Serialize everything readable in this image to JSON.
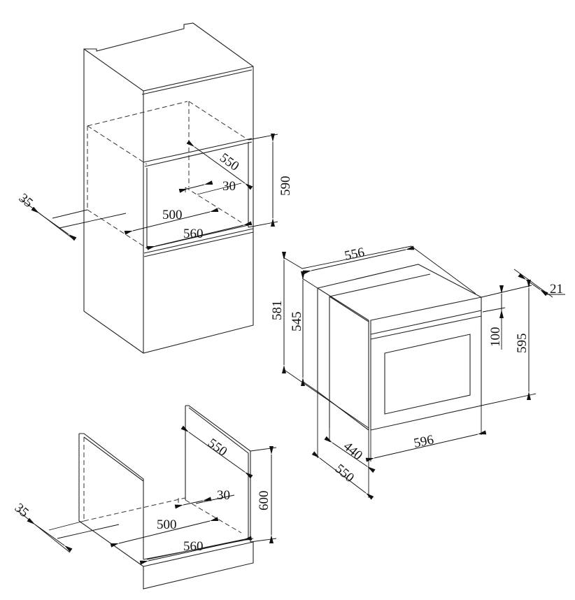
{
  "top_niche": {
    "depth": "550",
    "rear_gap": "30",
    "inner_width": "500",
    "width": "560",
    "height": "590",
    "front_offset": "35"
  },
  "bottom_niche": {
    "depth": "550",
    "rear_gap": "30",
    "inner_width": "500",
    "width": "560",
    "height": "600",
    "front_offset": "35"
  },
  "oven": {
    "top_width": "556",
    "body_height": "581",
    "inner_height": "545",
    "panel_height": "100",
    "front_height": "595",
    "front_thickness": "21",
    "front_width": "596",
    "depth_inner": "440",
    "depth": "550"
  }
}
